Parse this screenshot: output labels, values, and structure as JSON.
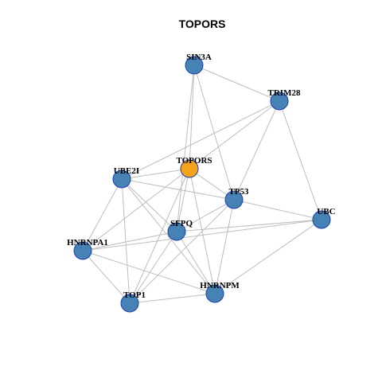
{
  "title": "TOPORS",
  "colors": {
    "node": "#4682b4",
    "focus_node": "#f5a31a",
    "node_border": "#1a3fb0",
    "edge": "#bdbdbd"
  },
  "nodes": [
    {
      "id": "SIN3A",
      "label": "SIN3A",
      "focus": false
    },
    {
      "id": "TRIM28",
      "label": "TRIM28",
      "focus": false
    },
    {
      "id": "TOPORS",
      "label": "TOPORS",
      "focus": true
    },
    {
      "id": "UBE2I",
      "label": "UBE2I",
      "focus": false
    },
    {
      "id": "TP53",
      "label": "TP53",
      "focus": false
    },
    {
      "id": "UBC",
      "label": "UBC",
      "focus": false
    },
    {
      "id": "SFPQ",
      "label": "SFPQ",
      "focus": false
    },
    {
      "id": "HNRNPA1",
      "label": "HNRNPA1",
      "focus": false
    },
    {
      "id": "HNRNPM",
      "label": "HNRNPM",
      "focus": false
    },
    {
      "id": "TOP1",
      "label": "TOP1",
      "focus": false
    }
  ],
  "edges": [
    [
      "SIN3A",
      "TRIM28"
    ],
    [
      "SIN3A",
      "TOPORS"
    ],
    [
      "SIN3A",
      "TP53"
    ],
    [
      "SIN3A",
      "SFPQ"
    ],
    [
      "TRIM28",
      "UBE2I"
    ],
    [
      "TRIM28",
      "TOPORS"
    ],
    [
      "TRIM28",
      "TP53"
    ],
    [
      "TRIM28",
      "UBC"
    ],
    [
      "TOPORS",
      "UBE2I"
    ],
    [
      "TOPORS",
      "TP53"
    ],
    [
      "TOPORS",
      "SFPQ"
    ],
    [
      "TOPORS",
      "HNRNPA1"
    ],
    [
      "TOPORS",
      "HNRNPM"
    ],
    [
      "TOPORS",
      "TOP1"
    ],
    [
      "UBE2I",
      "TP53"
    ],
    [
      "UBE2I",
      "SFPQ"
    ],
    [
      "UBE2I",
      "HNRNPA1"
    ],
    [
      "UBE2I",
      "HNRNPM"
    ],
    [
      "UBE2I",
      "TOP1"
    ],
    [
      "TP53",
      "UBC"
    ],
    [
      "TP53",
      "SFPQ"
    ],
    [
      "TP53",
      "HNRNPM"
    ],
    [
      "TP53",
      "TOP1"
    ],
    [
      "UBC",
      "SFPQ"
    ],
    [
      "UBC",
      "HNRNPM"
    ],
    [
      "UBC",
      "HNRNPA1"
    ],
    [
      "SFPQ",
      "HNRNPA1"
    ],
    [
      "SFPQ",
      "HNRNPM"
    ],
    [
      "SFPQ",
      "TOP1"
    ],
    [
      "HNRNPA1",
      "HNRNPM"
    ],
    [
      "HNRNPA1",
      "TOP1"
    ],
    [
      "HNRNPM",
      "TOP1"
    ]
  ]
}
